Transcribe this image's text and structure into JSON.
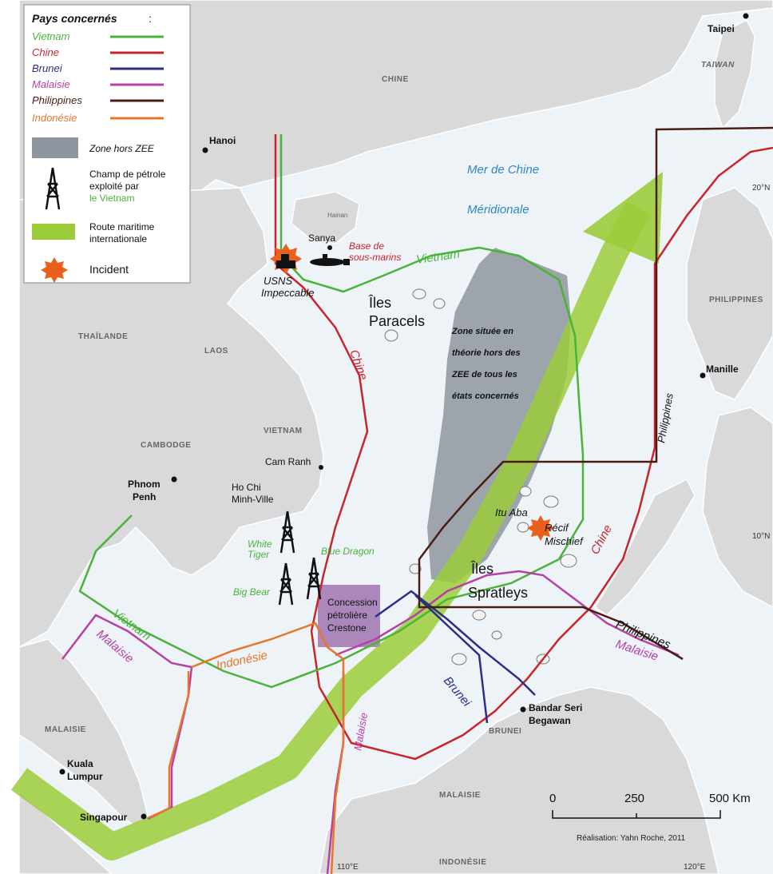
{
  "legend": {
    "title": "Pays concernés",
    "colon": ":",
    "countries": [
      {
        "name": "Vietnam",
        "color": "#49b33a"
      },
      {
        "name": "Chine",
        "color": "#c8242b"
      },
      {
        "name": "Brunei",
        "color": "#2b2f86"
      },
      {
        "name": "Malaisie",
        "color": "#b540a6"
      },
      {
        "name": "Philippines",
        "color": "#4a1d12"
      },
      {
        "name": "Indonésie",
        "color": "#e8752a"
      }
    ],
    "zone_hors_zee": "Zone hors ZEE",
    "oil_line1": "Champ de pétrole",
    "oil_line2": "exploité par",
    "oil_line3": "le Vietnam",
    "route_line1": "Route maritime",
    "route_line2": "internationale",
    "incident": "Incident"
  },
  "colors": {
    "land": "#d9d9d9",
    "sea": "#eef3f8",
    "zone": "#8e959e",
    "route": "#9bcc3a",
    "incident": "#e8601c",
    "sea_label": "#2f86c4",
    "concession": "#a47bb5"
  },
  "labels": {
    "chine_country": "CHINE",
    "taiwan": "TAIWAN",
    "taipei": "Taipei",
    "hanoi": "Hanoi",
    "hainan": "Hainan",
    "sanya": "Sanya",
    "base1": "Base de",
    "base2": "sous-marins",
    "usns1": "USNS",
    "usns2": "Impeccable",
    "sea1": "Mer de Chine",
    "sea2": "Méridionale",
    "paracels1": "Îles",
    "paracels2": "Paracels",
    "zone1": "Zone située en",
    "zone2": "théorie  hors des",
    "zone3": "ZEE de tous les",
    "zone4": "états concernés",
    "thailande": "THAÏLANDE",
    "laos": "LAOS",
    "vietnam_country": "VIETNAM",
    "cambodge": "CAMBODGE",
    "philippines_country": "PHILIPPINES",
    "manille": "Manille",
    "camranh": "Cam Ranh",
    "phnom1": "Phnom",
    "phnom2": "Penh",
    "hcm1": "Ho Chi",
    "hcm2": "Minh-Ville",
    "white1": "White",
    "white2": "Tiger",
    "bluedragon": "Blue Dragon",
    "bigbear": "Big Bear",
    "conc1": "Concession",
    "conc2": "pétrolière",
    "conc3": "Crestone",
    "ituaba": "Itu Aba",
    "recif1": "Récif",
    "recif2": "Mischief",
    "spratleys1": "Îles",
    "spratleys2": "Spratleys",
    "malaisie_country": "MALAISIE",
    "malaisie_country2": "MALAISIE",
    "brunei_country": "BRUNEI",
    "bandar1": "Bandar Seri",
    "bandar2": "Begawan",
    "kuala1": "Kuala",
    "kuala2": "Lumpur",
    "singapour": "Singapour",
    "indonesie_country": "INDONÉSIE",
    "lat20": "20°N",
    "lat10": "10°N",
    "lon110": "110°E",
    "lon120": "120°E",
    "credit": "Réalisation: Yahn Roche, 2011"
  },
  "line_labels": {
    "vietnam_top": "Vietnam",
    "chine_mid": "Chine",
    "philippines_right": "Philippines",
    "chine_right": "Chine",
    "vietnam_left": "Vietnam",
    "malaisie_left": "Malaisie",
    "indonesie": "Indonésie",
    "malaisie_bottom": "Malaisie",
    "brunei": "Brunei",
    "philippines_bottom": "Philippines",
    "malaisie_right": "Malaisie"
  },
  "scale": {
    "t0": "0",
    "t250": "250",
    "t500": "500 Km"
  }
}
